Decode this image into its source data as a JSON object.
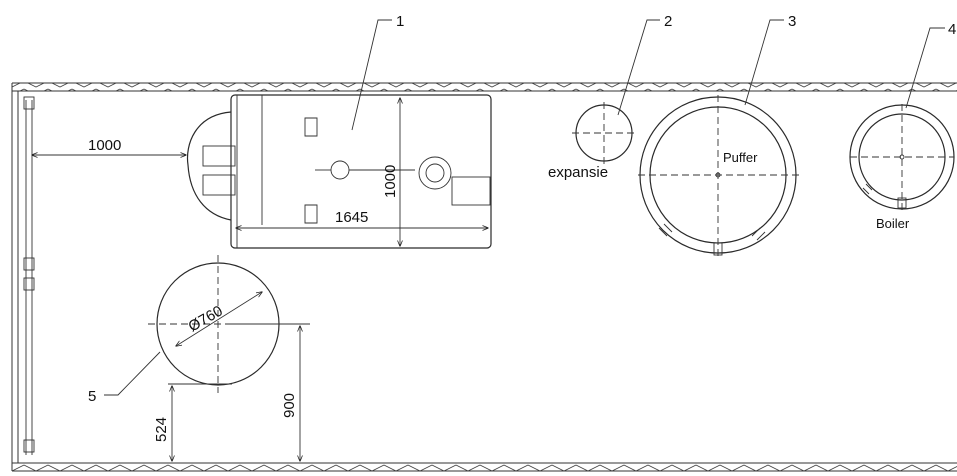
{
  "labels": {
    "callout_1": "1",
    "callout_2": "2",
    "callout_3": "3",
    "callout_4": "4",
    "callout_5": "5",
    "expansie": "expansie",
    "puffer": "Puffer",
    "boiler": "Boiler"
  },
  "dimensions": {
    "wall_clearance": "1000",
    "unit_depth": "1000",
    "unit_width": "1645",
    "diameter": "Ø760",
    "height_900": "900",
    "height_524": "524"
  },
  "colors": {
    "line": "#2a2a2a",
    "background": "#ffffff"
  }
}
